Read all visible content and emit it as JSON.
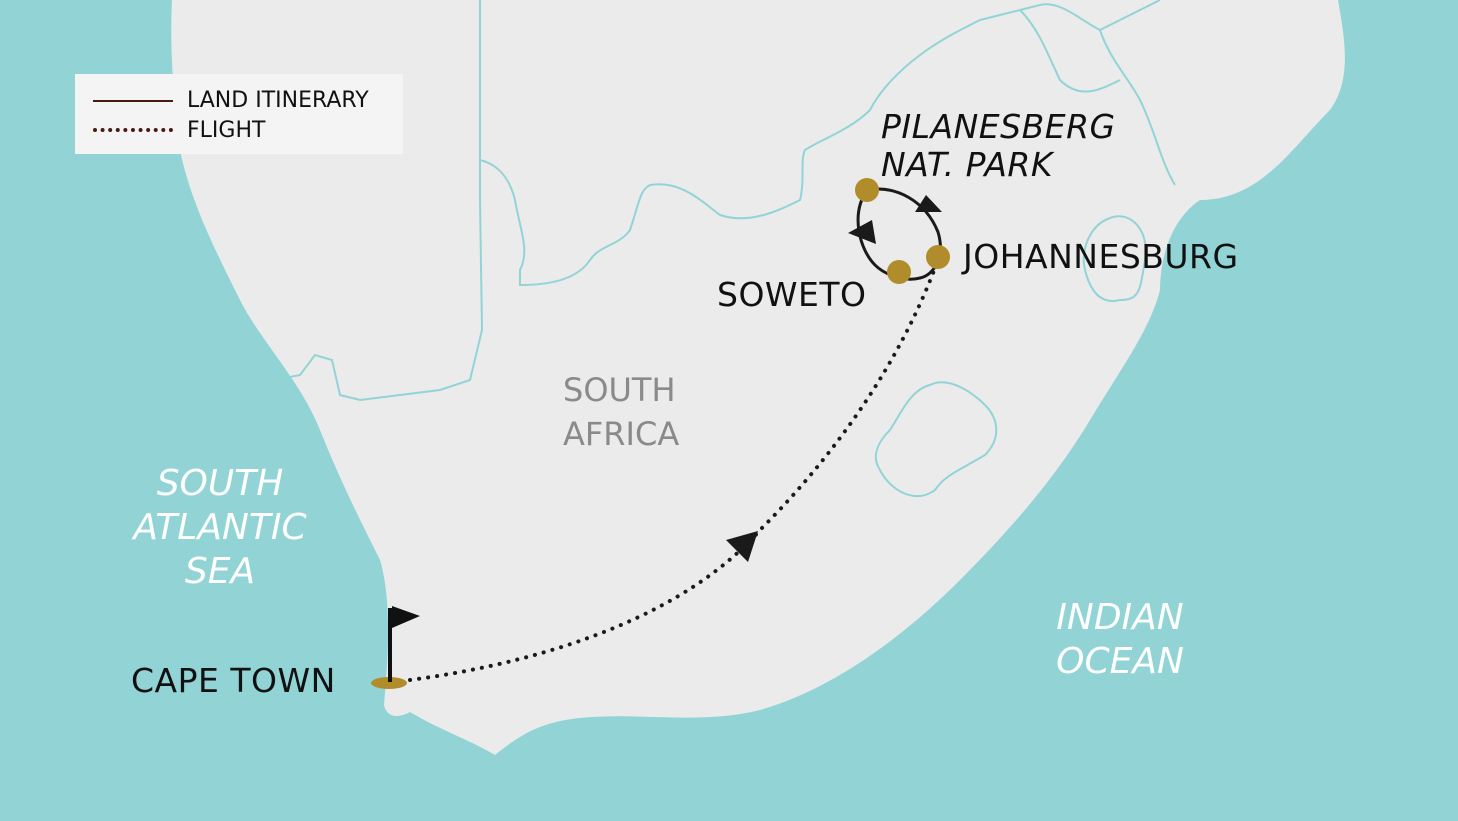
{
  "legend": {
    "land_label": "LAND ITINERARY",
    "flight_label": "FLIGHT",
    "route_color": "#4a1a14"
  },
  "seas": {
    "atlantic": [
      "SOUTH",
      "ATLANTIC",
      "SEA"
    ],
    "indian": [
      "INDIAN",
      "OCEAN"
    ]
  },
  "country": [
    "SOUTH",
    "AFRICA"
  ],
  "cities": {
    "cape_town": "CAPE TOWN",
    "johannesburg": "JOHANNESBURG",
    "soweto": "SOWETO",
    "pilanesberg": [
      "PILANESBERG",
      "NAT. PARK"
    ]
  },
  "colors": {
    "ocean": "#92d4d6",
    "land": "#ebebeb",
    "border": "#92d4d6",
    "stop_marker": "#b08d2a",
    "route": "#1a1a1a"
  },
  "icons": [
    "flag-icon",
    "stop-marker"
  ]
}
